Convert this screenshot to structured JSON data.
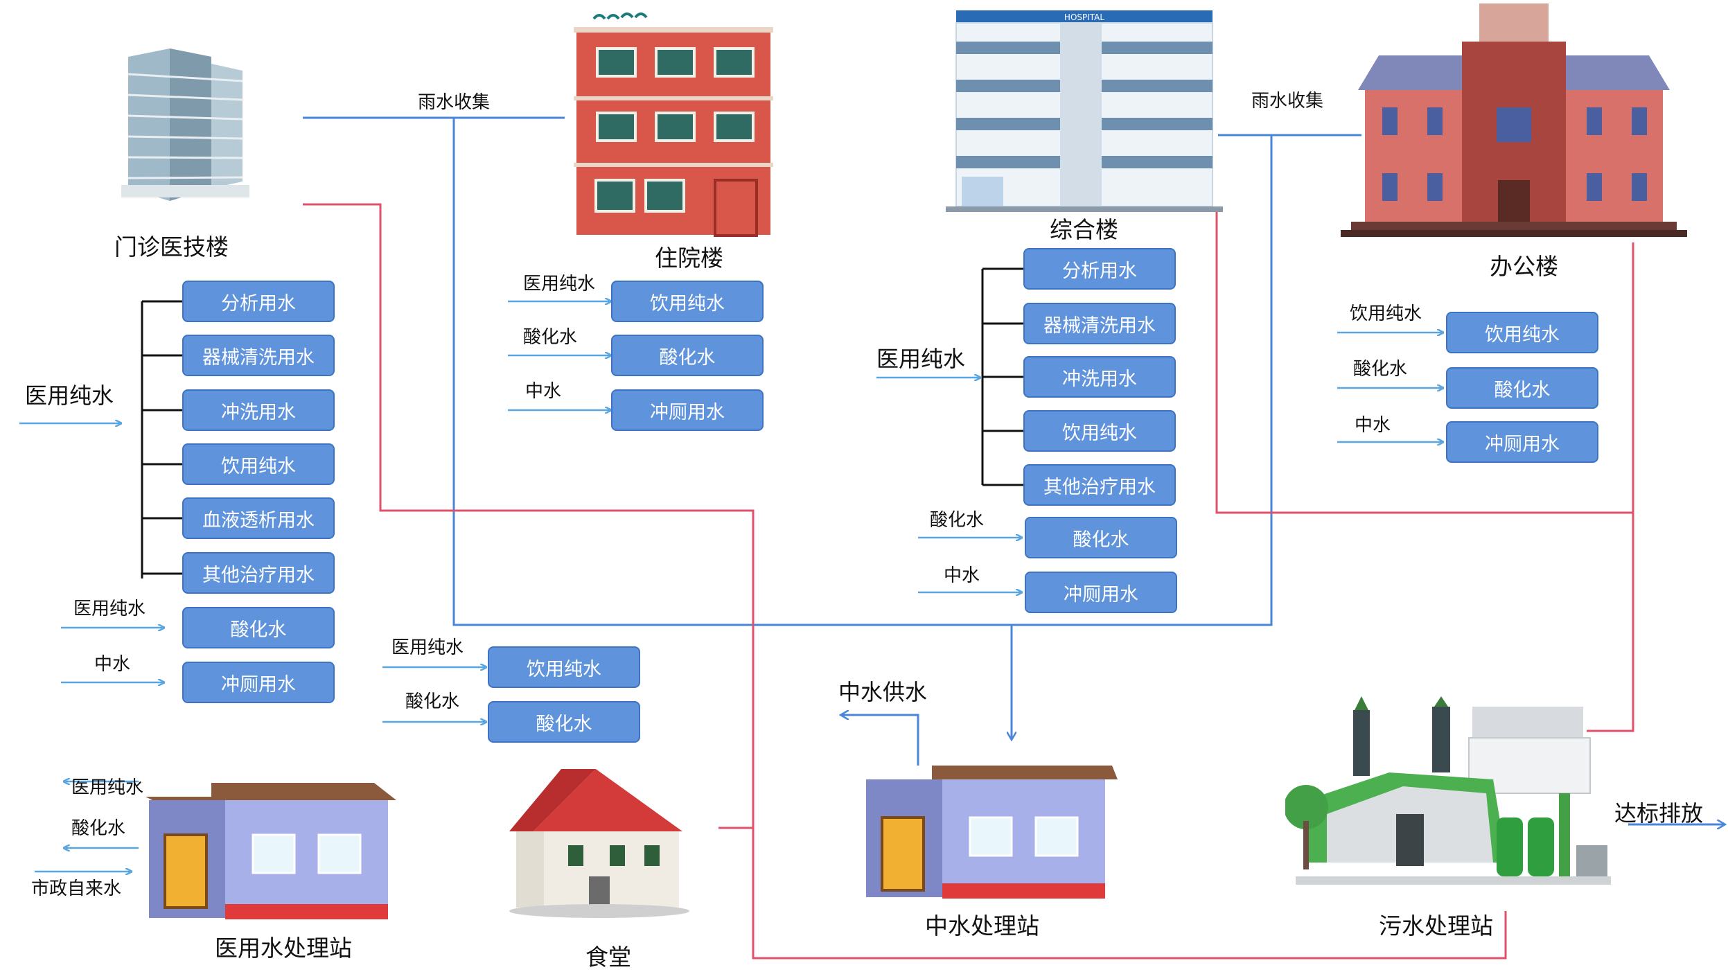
{
  "buildings": {
    "outpatient": "门诊医技楼",
    "inpatient": "住院楼",
    "general": "综合楼",
    "office": "办公楼",
    "medical_water_station": "医用水处理站",
    "canteen": "食堂",
    "reclaimed_station": "中水处理站",
    "sewage_station": "污水处理站",
    "hospital_sign": "HOSPITAL"
  },
  "labels": {
    "rain_left": "雨水收集",
    "rain_right": "雨水收集",
    "op_main": "医用纯水",
    "op_pure": "医用纯水",
    "op_mid": "中水",
    "ip_pure": "医用纯水",
    "ip_acid": "酸化水",
    "ip_mid": "中水",
    "gen_main": "医用纯水",
    "gen_acid": "酸化水",
    "gen_mid": "中水",
    "off_drink": "饮用纯水",
    "off_acid": "酸化水",
    "off_mid": "中水",
    "can_pure": "医用纯水",
    "can_acid": "酸化水",
    "st_pure": "医用纯水",
    "st_acid": "酸化水",
    "st_tap": "市政自来水",
    "reclaimed_supply": "中水供水",
    "discharge": "达标排放"
  },
  "boxes": {
    "op": [
      "分析用水",
      "器械清洗用水",
      "冲洗用水",
      "饮用纯水",
      "血液透析用水",
      "其他治疗用水",
      "酸化水",
      "冲厕用水"
    ],
    "ip": [
      "饮用纯水",
      "酸化水",
      "冲厕用水"
    ],
    "gen": [
      "分析用水",
      "器械清洗用水",
      "冲洗用水",
      "饮用纯水",
      "其他治疗用水",
      "酸化水",
      "冲厕用水"
    ],
    "off": [
      "饮用纯水",
      "酸化水",
      "冲厕用水"
    ],
    "can": [
      "饮用纯水",
      "酸化水"
    ]
  },
  "colors": {
    "box_fill": "#5f93dc",
    "box_border": "#3e72c2",
    "arrow_blue": "#5aa6e0",
    "rain_line": "#4a86d8",
    "sewage_line": "#e0506a"
  }
}
